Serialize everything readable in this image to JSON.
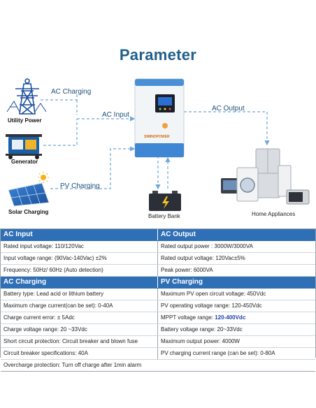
{
  "title": "Parameter",
  "labels": {
    "ac_charging": "AC Charging",
    "ac_input": "AC Input",
    "ac_output": "AC Output",
    "pv_charging": "PV Charging"
  },
  "captions": {
    "utility_power": "Utility Power",
    "generator": "Generator",
    "solar_charging": "Solar Charging",
    "battery_bank": "Battery Bank",
    "home_appliances": "Home Appliances"
  },
  "brand": "SIMINOPOWER",
  "colors": {
    "title": "#1f5f8b",
    "header_bg": "#2f6fb5",
    "arrow": "#6fa8d6",
    "highlight": "#1f3fa8"
  },
  "table": {
    "sections": [
      {
        "left_header": "AC Input",
        "right_header": "AC Output",
        "rows": [
          {
            "left": "Rated input voltage: 110/120Vac",
            "right": "Rated output power : 3000W/3000VA"
          },
          {
            "left": "Input voltage range: (90Vac-140Vac) ±2%",
            "right": "Rated output voltage: 120Vac±5%"
          },
          {
            "left": "Frequency:  50Hz/ 60Hz (Auto detection)",
            "right": "Peak power: 6000VA"
          }
        ]
      },
      {
        "left_header": "AC Charging",
        "right_header": "PV Charging",
        "rows": [
          {
            "left": "Battery type:  Lead acid or lithium battery",
            "right": "Maximum PV open circuit voltage: 450Vdc"
          },
          {
            "left": "Maximum charge current(can be set): 0-40A",
            "right": "PV operating voltage range:  120-450Vdc"
          },
          {
            "left": "Charge current error: ± 5Adc",
            "right_prefix": "MPPT voltage range: ",
            "right_highlight": "120-400Vdc"
          },
          {
            "left": "Charge voltage range:  20 ~33Vdc",
            "right": "Battery voltage range: 20~33Vdc"
          },
          {
            "left": "Short circuit protection: Circuit breaker and blown fuse",
            "right": "Maximum output power: 4000W"
          },
          {
            "left": "Circuit breaker specifications: 40A",
            "right": "PV charging current range (can be set): 0-80A"
          },
          {
            "left": "Overcharge protection: Turn off charge after 1min alarm",
            "right": ""
          }
        ]
      }
    ]
  }
}
